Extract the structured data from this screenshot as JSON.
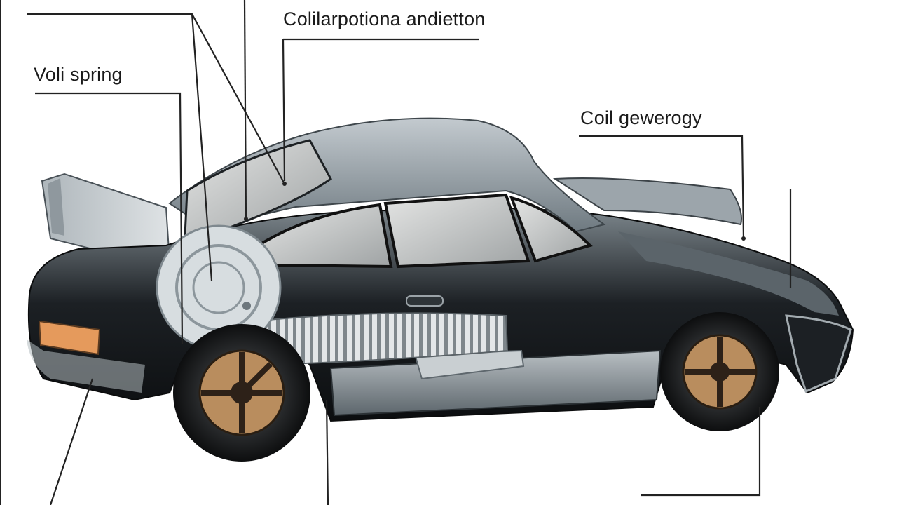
{
  "diagram": {
    "labels": {
      "top": "Colilarpotiona andietton",
      "left": "Voli spring",
      "right": "Coil gewerogy"
    },
    "colors": {
      "body_dark": "#16191c",
      "body_highlight": "#8f989e",
      "roof": "#9aa4ab",
      "glass": "#c9cccc",
      "wheel_rim": "#b98d5e",
      "tail_light": "#e59a5c",
      "spring": "#c8ccd0",
      "leader_line": "#222222"
    }
  }
}
